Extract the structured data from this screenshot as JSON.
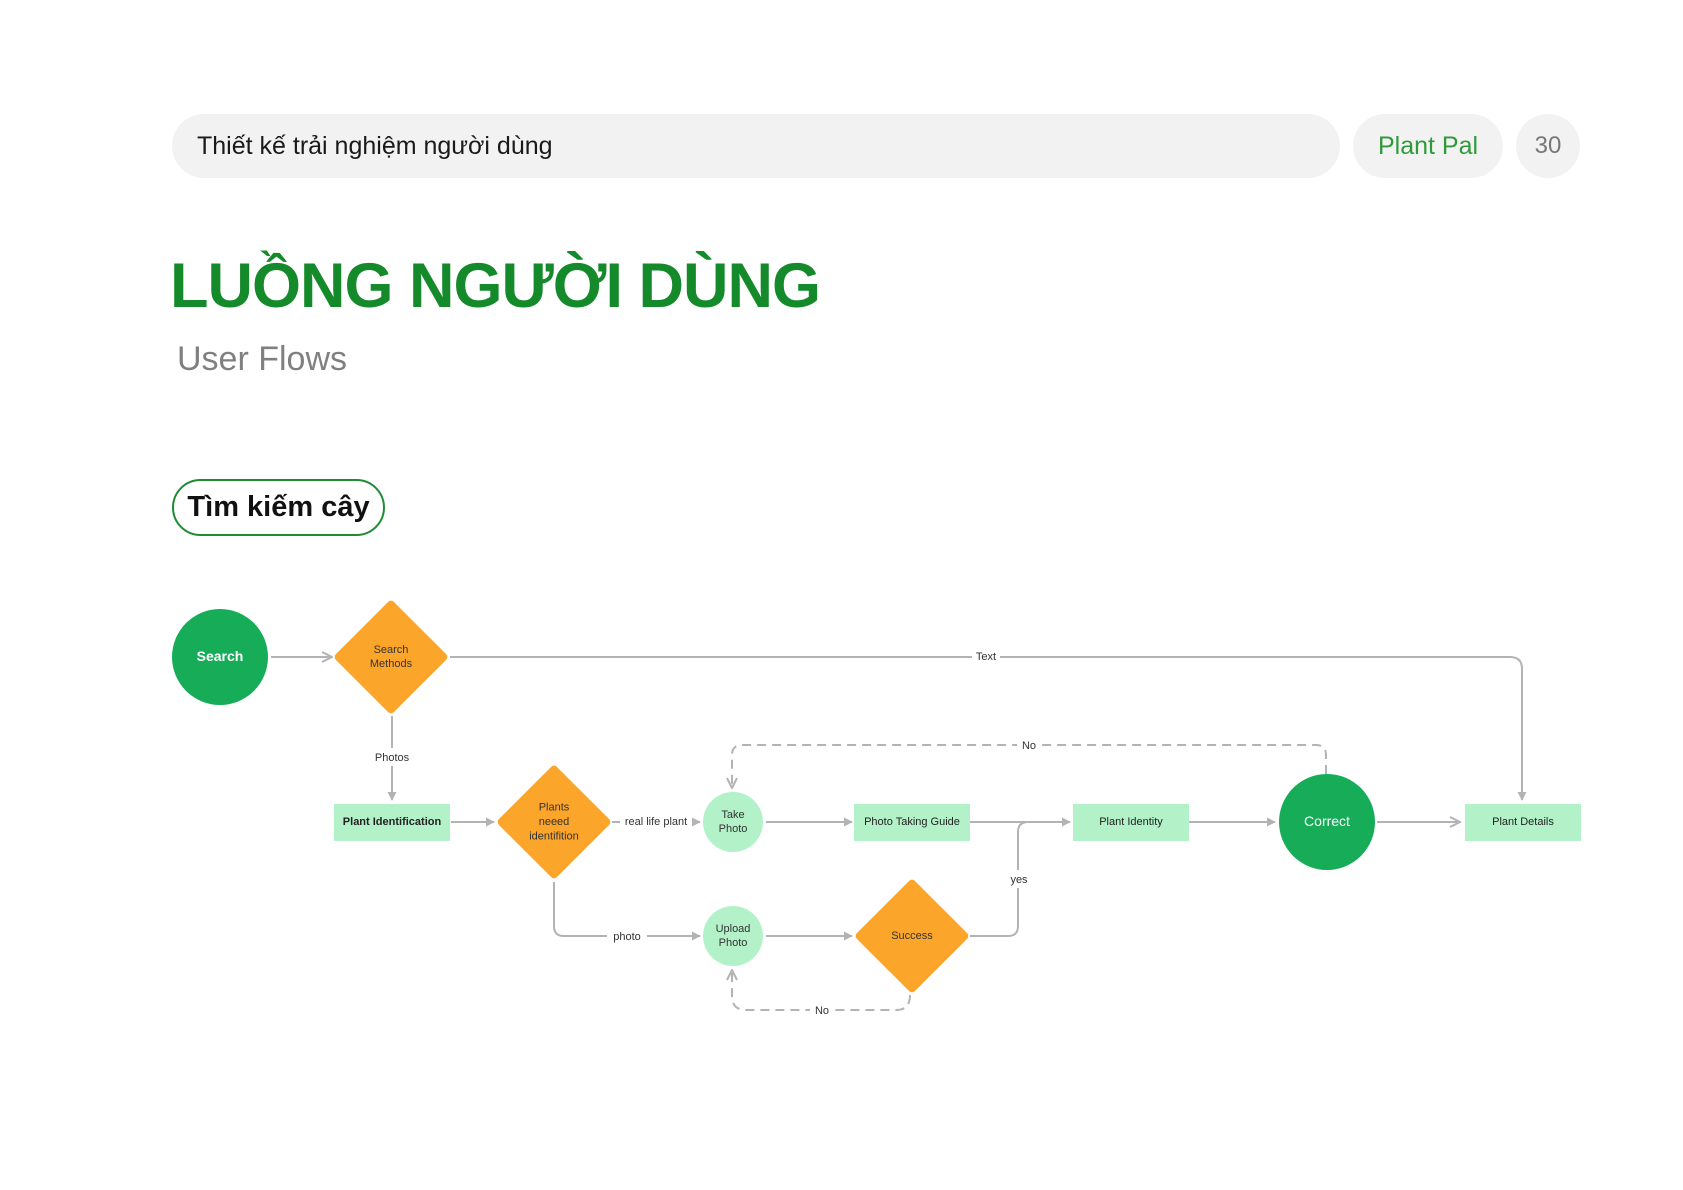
{
  "header": {
    "title": "Thiết kế trải nghiệm người dùng",
    "brand": "Plant Pal",
    "page_number": "30"
  },
  "heading": {
    "title": "LUỒNG NGƯỜI DÙNG",
    "subtitle": "User Flows"
  },
  "section": {
    "label": "Tìm kiếm cây"
  },
  "colors": {
    "green_dark": "#17ad58",
    "green_light": "#b3f2c9",
    "orange": "#fba52b",
    "edge": "#b3b3b3",
    "title_green": "#148a2a"
  },
  "nodes": {
    "search": {
      "lines": [
        "Search"
      ]
    },
    "search_methods": {
      "lines": [
        "Search",
        "Methods"
      ]
    },
    "plant_identification": {
      "lines": [
        "Plant Identification"
      ]
    },
    "plants_need": {
      "lines": [
        "Plants",
        "neeed",
        "identifition"
      ]
    },
    "take_photo": {
      "lines": [
        "Take",
        "Photo"
      ]
    },
    "photo_guide": {
      "lines": [
        "Photo Taking Guide"
      ]
    },
    "plant_identity": {
      "lines": [
        "Plant Identity"
      ]
    },
    "correct": {
      "lines": [
        "Correct"
      ]
    },
    "plant_details": {
      "lines": [
        "Plant Details"
      ]
    },
    "upload_photo": {
      "lines": [
        "Upload",
        "Photo"
      ]
    },
    "success": {
      "lines": [
        "Success"
      ]
    }
  },
  "edges": {
    "text": "Text",
    "photos": "Photos",
    "real_life_plant": "real life plant",
    "no_top": "No",
    "yes": "yes",
    "photo": "photo",
    "no_bottom": "No"
  }
}
